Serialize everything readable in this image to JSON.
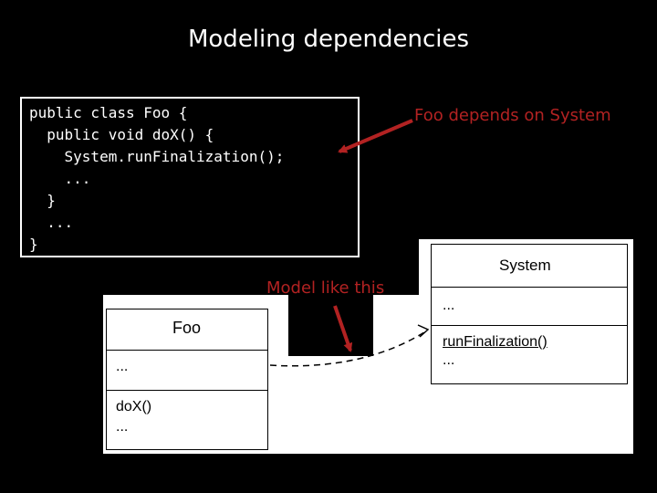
{
  "title": "Modeling dependencies",
  "code_lines": [
    "public class Foo {",
    "  public void doX() {",
    "    System.runFinalization();",
    "    ...",
    "  }",
    "  ...",
    "}"
  ],
  "annotations": {
    "depends": "Foo depends on System",
    "model": "Model like this"
  },
  "uml": {
    "foo": {
      "name": "Foo",
      "attributes": "...",
      "operations": [
        "doX()",
        "..."
      ]
    },
    "system": {
      "name": "System",
      "attributes": "...",
      "operations": [
        "runFinalization()",
        "..."
      ]
    }
  },
  "colors": {
    "background": "#000000",
    "text": "#ffffff",
    "annotation": "#b22222"
  }
}
